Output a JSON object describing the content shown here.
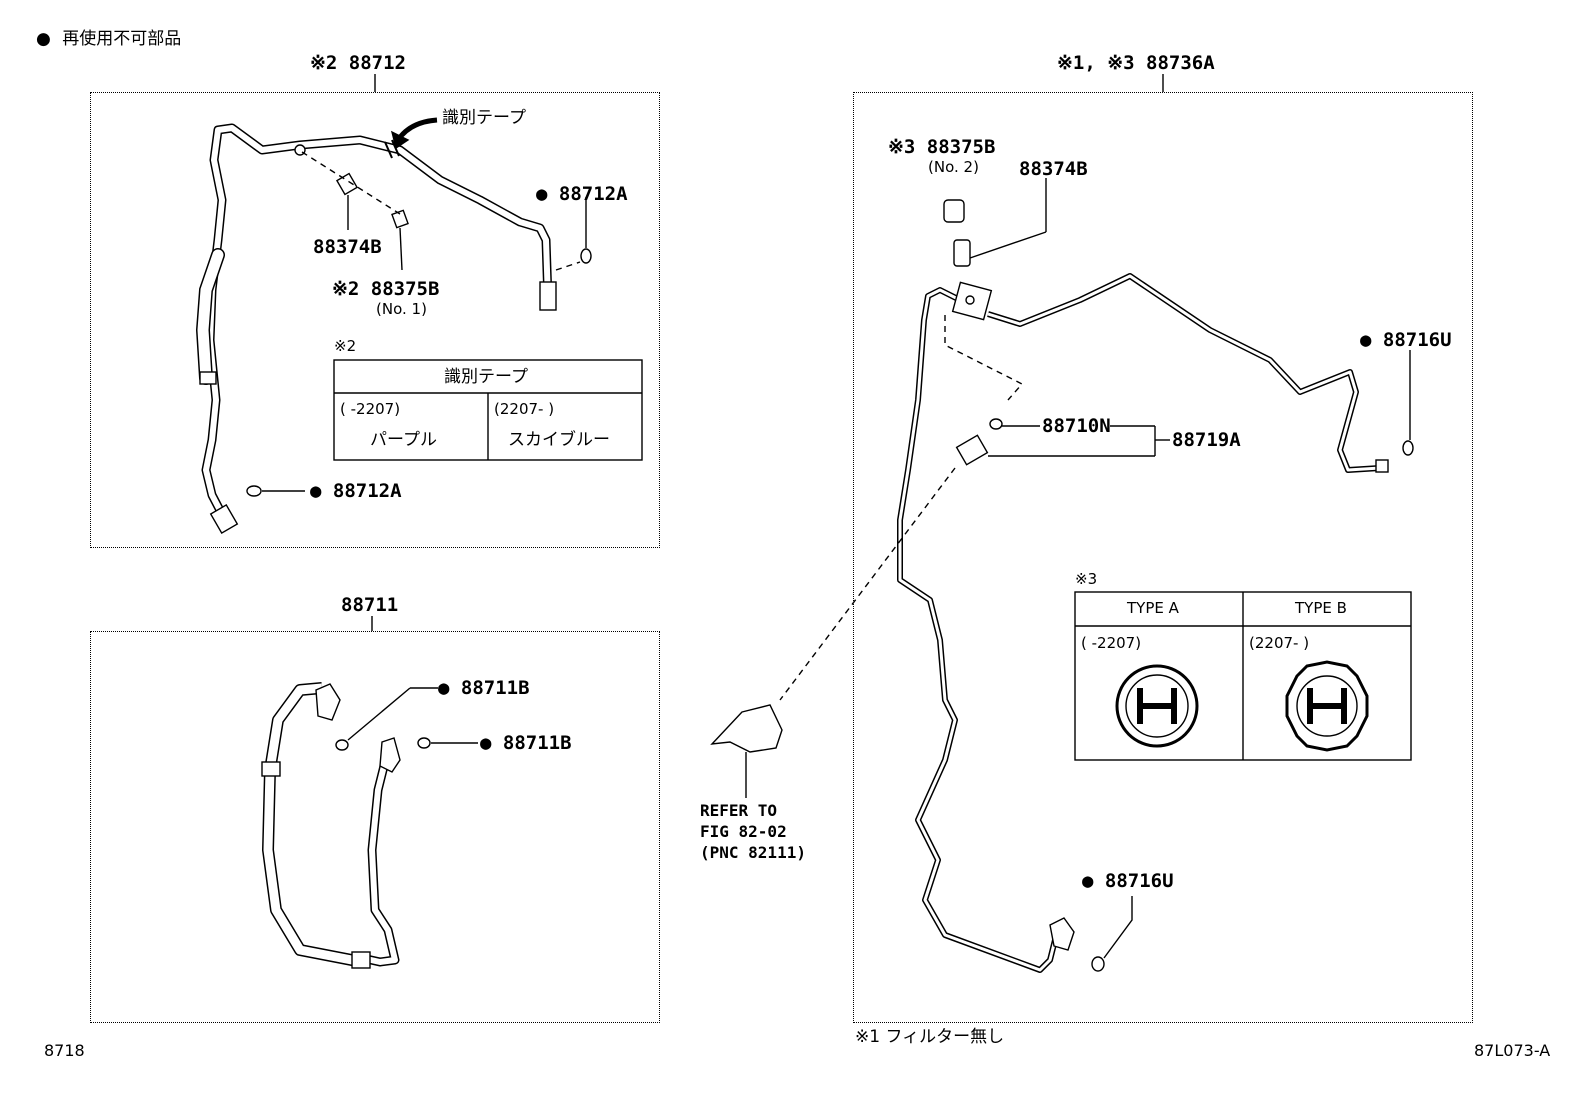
{
  "legend": {
    "bullet": "●",
    "text": "再使用不可部品"
  },
  "footer": {
    "left_code": "8718",
    "right_code": "87L073-A",
    "note1": "※1 フィルター無し"
  },
  "panel_top_left": {
    "title": "※2 88712",
    "tape_label": "識別テープ",
    "parts": {
      "p88712A_top": "88712A",
      "p88374B": "88374B",
      "p88375B": "※2 88375B",
      "p88375B_sub": "(No. 1)",
      "p88712A_bottom": "88712A"
    },
    "table": {
      "caption": "※2",
      "header": "識別テープ",
      "col1_range": "(      -2207)",
      "col2_range": "(2207-      )",
      "col1_value": "パープル",
      "col2_value": "スカイブルー"
    }
  },
  "panel_bottom_left": {
    "title": "88711",
    "parts": {
      "p88711B_a": "88711B",
      "p88711B_b": "88711B"
    }
  },
  "refer": {
    "line1": "REFER TO",
    "line2": "FIG 82-02",
    "line3": "(PNC 82111)"
  },
  "panel_right": {
    "title": "※1, ※3 88736A",
    "parts": {
      "p88375B": "※3 88375B",
      "p88375B_sub": "(No. 2)",
      "p88374B": "88374B",
      "p88716U_top": "88716U",
      "p88710N": "88710N",
      "p88719A": "88719A",
      "p88716U_bottom": "88716U"
    },
    "table": {
      "caption": "※3",
      "col1_head": "TYPE A",
      "col2_head": "TYPE B",
      "col1_range": "(      -2207)",
      "col2_range": "(2207-      )"
    }
  }
}
